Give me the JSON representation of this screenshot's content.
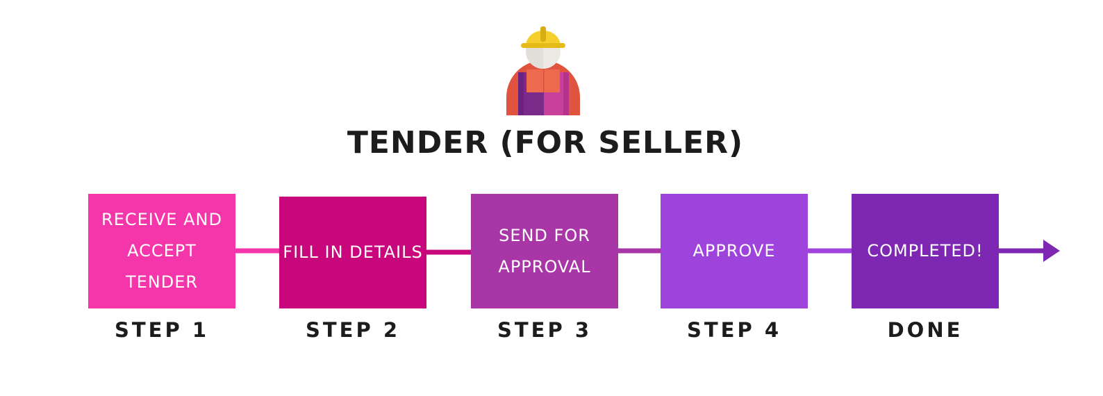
{
  "title": "TENDER (FOR SELLER)",
  "icon": "construction-worker-icon",
  "steps": [
    {
      "box_text": "RECEIVE AND ACCEPT TENDER",
      "label": "STEP 1",
      "color": "#F535AA"
    },
    {
      "box_text": "FILL IN DETAILS",
      "label": "STEP 2",
      "color": "#C9077C"
    },
    {
      "box_text": "SEND FOR APPROVAL",
      "label": "STEP 3",
      "color": "#A836A6"
    },
    {
      "box_text": "APPROVE",
      "label": "STEP 4",
      "color": "#9E43DC"
    },
    {
      "box_text": "COMPLETED!",
      "label": "DONE",
      "color": "#7E27B2"
    }
  ],
  "connector_colors": [
    "#F535AA",
    "#C9077C",
    "#A836A6",
    "#9E43DC",
    "#7E27B2"
  ]
}
